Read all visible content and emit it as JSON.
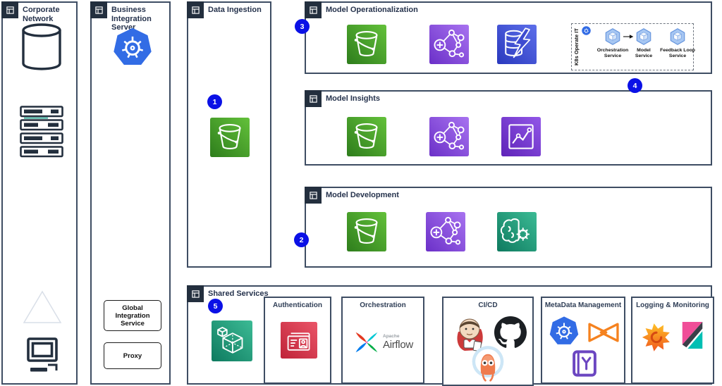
{
  "diagram": {
    "groups": {
      "corporate_network": {
        "label": "Corporate Network"
      },
      "business_integration_server": {
        "label": "Business Integration Server"
      },
      "data_ingestion": {
        "label": "Data Ingestion"
      },
      "model_operationalization": {
        "label": "Model Operationalization"
      },
      "model_insights": {
        "label": "Model Insights"
      },
      "model_development": {
        "label": "Model Development"
      },
      "shared_services": {
        "label": "Shared Services"
      }
    },
    "nodes": {
      "global_integration_service": "Global Integration Service",
      "proxy": "Proxy"
    },
    "k8s": {
      "side_label": "K8s Operate IT",
      "pods": [
        "Orchestration Service",
        "Model Service",
        "Feedback Loop Service"
      ]
    },
    "shared": {
      "authentication": "Authentication",
      "orchestration": "Orchestration",
      "cicd": "CI/CD",
      "metadata": "MetaData Management",
      "logging": "Logging & Monitoring"
    },
    "airflow": {
      "brand_top": "Apache",
      "brand_name": "Airflow"
    },
    "badges": {
      "b1": "1",
      "b2": "2",
      "b3": "3",
      "b4": "4",
      "b5": "5"
    },
    "icons": {
      "s3-bucket-icon": "green square with white bucket",
      "ml-network-icon": "purple square with connected nodes and plus",
      "database-lightning-icon": "indigo square with database cylinder and lightning bolt",
      "analytics-chart-icon": "purple square with line chart",
      "brain-gear-icon": "teal square with brain and gear",
      "cubes-icon": "teal square with 3D cubes",
      "identity-card-icon": "red square with ID badge",
      "kubernetes-icon": "blue heptagon with white helm wheel",
      "pod-hexagon-icon": "light blue hexagon with cube",
      "airflow-pinwheel-icon": "four colored pinwheel blades",
      "jenkins-icon": "Jenkins butler mascot",
      "github-icon": "black octocat mark",
      "argocd-icon": "orange creature in blue ring",
      "grafana-icon": "orange flame spiral",
      "kibana-icon": "pink, dark and teal angular logo",
      "bowtie-icon": "orange crossed triangles",
      "book-funnel-icon": "purple book with Y glyph",
      "database-icon": "outlined cylinder",
      "server-rack-icon": "stacked server bars",
      "triangle-icon": "white triangle",
      "workstation-icon": "monitor with base"
    },
    "colors": {
      "box_border": "#3E4D63",
      "header_square": "#232F3E",
      "badge_blue": "#0B11E6",
      "s3_green": "#3F8624",
      "ml_purple": "#8A4FE0",
      "db_indigo": "#3D4BD0",
      "chart_purple": "#7B3CD6",
      "ml_teal": "#1E9573",
      "auth_red": "#DD3448",
      "k8s_blue": "#326CE5",
      "grafana_orange": "#F0551E",
      "kibana_pink": "#F04E98",
      "kibana_teal": "#00BFB3",
      "airflow_blue": "#017CEE",
      "bowtie_orange": "#F5821F",
      "book_purple": "#6B46C1"
    }
  }
}
